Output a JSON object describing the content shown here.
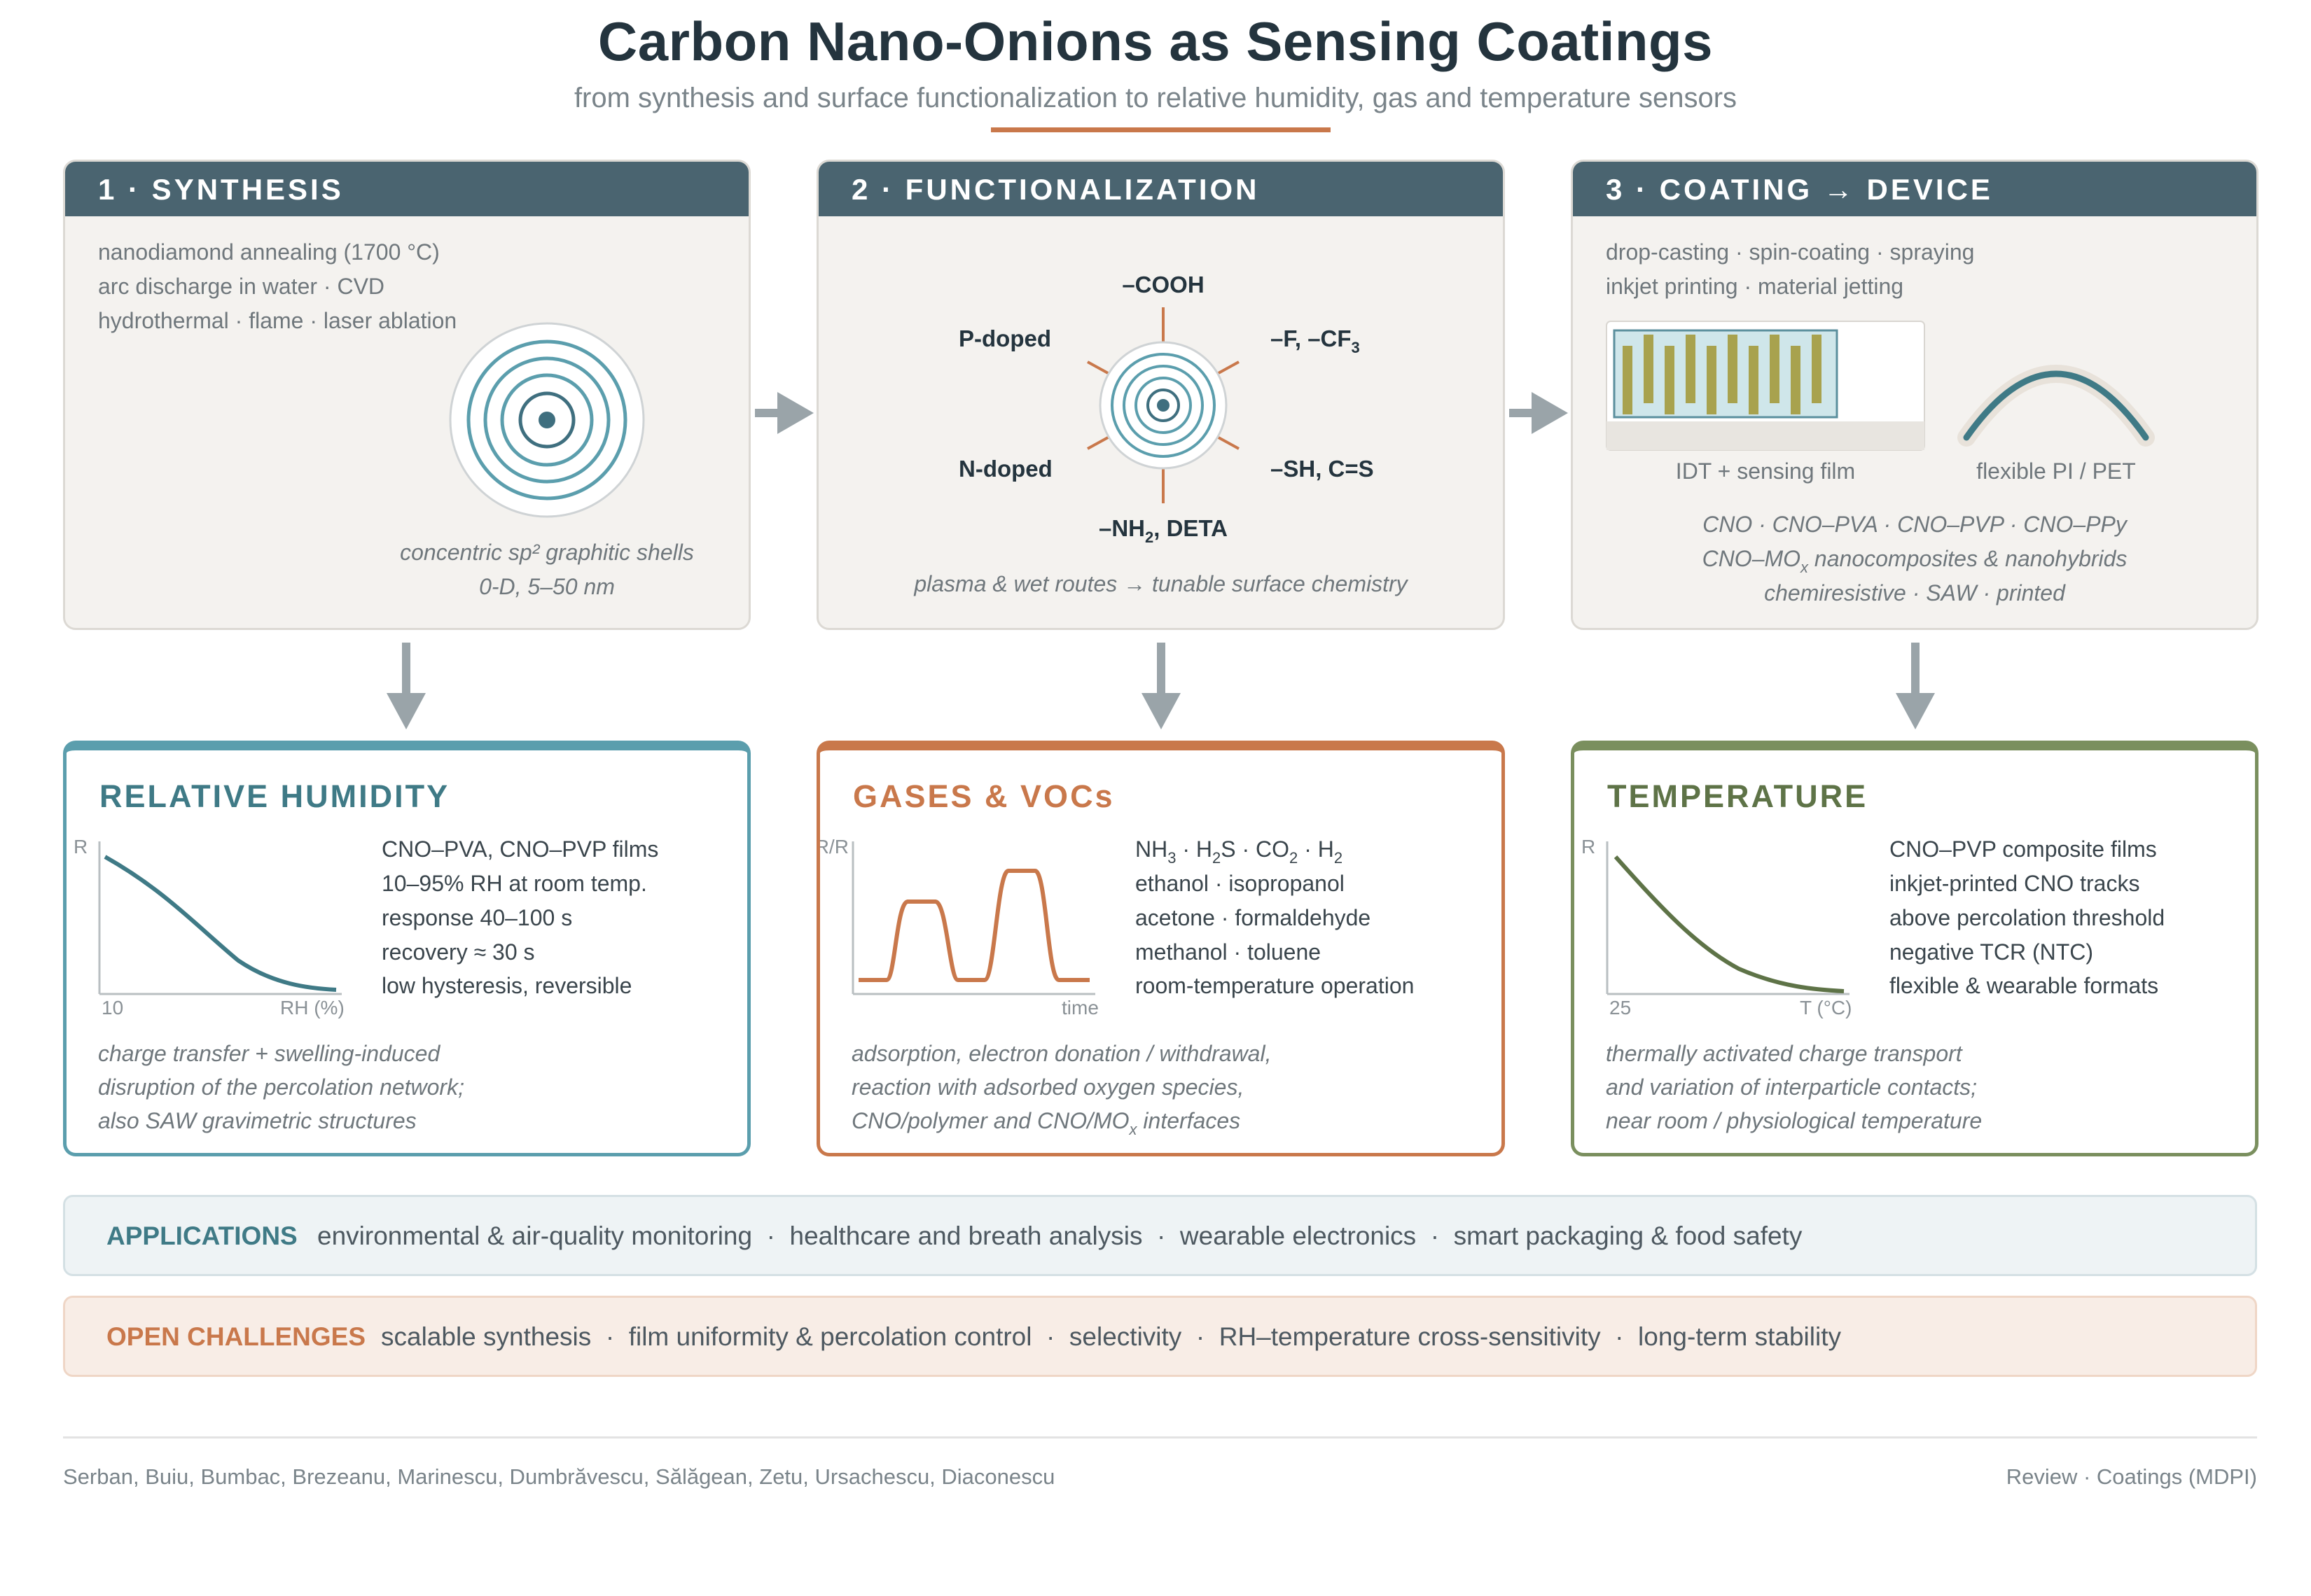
{
  "header": {
    "title": "Carbon Nano-Onions as Sensing Coatings",
    "subtitle": "from synthesis and surface functionalization to relative humidity, gas and temperature sensors"
  },
  "synthesis": {
    "heading": "1 · SYNTHESIS",
    "methods": [
      "nanodiamond annealing (1700 °C)",
      "arc discharge in water · CVD",
      "hydrothermal · flame · laser ablation"
    ],
    "caption_1": "concentric sp² graphitic shells",
    "caption_2": "0-D, 5–50 nm"
  },
  "functionalization": {
    "heading": "2 · FUNCTIONALIZATION",
    "group_top": "–COOH",
    "group_upper_left": "P-doped",
    "group_upper_right_main": "–F, –CF",
    "group_upper_right_sub": "3",
    "group_lower_left": "N-doped",
    "group_lower_right": "–SH, C=S",
    "group_bottom_main": "–NH",
    "group_bottom_sub": "2",
    "group_bottom_rest": ", DETA",
    "caption": "plasma & wet routes → tunable surface chemistry"
  },
  "device": {
    "heading": "3 · COATING → DEVICE",
    "methods": [
      "drop-casting · spin-coating · spraying",
      "inkjet printing · material jetting"
    ],
    "idt_label": "IDT + sensing film",
    "flex_label": "flexible PI / PET",
    "composites": "CNO · CNO–PVA · CNO–PVP · CNO–PPy",
    "nano_main": "CNO–MO",
    "nano_sub": "x",
    "nano_rest": " nanocomposites & nanohybrids",
    "types": "chemiresistive · SAW · printed"
  },
  "humidity": {
    "title": "RELATIVE HUMIDITY",
    "y_label": "R",
    "x_tick": "10",
    "x_label": "RH (%)",
    "facts": [
      "CNO–PVA, CNO–PVP films",
      "10–95% RH at room temp.",
      "response 40–100 s",
      "recovery ≈ 30 s",
      "low hysteresis, reversible"
    ],
    "notes": [
      "charge transfer + swelling-induced",
      "disruption of the percolation network;",
      "also SAW gravimetric structures"
    ]
  },
  "gases": {
    "title": "GASES & VOCs",
    "y_label": "ΔR/R",
    "x_label": "time",
    "species": [
      {
        "main": "NH",
        "sub": "3"
      },
      {
        "main": " · H",
        "sub": "2"
      },
      {
        "main": "S · CO",
        "sub": "2"
      },
      {
        "main": " · H",
        "sub": "2"
      }
    ],
    "facts": [
      "ethanol · isopropanol",
      "acetone · formaldehyde",
      "methanol · toluene",
      "room-temperature operation"
    ],
    "notes": [
      "adsorption, electron donation / withdrawal,",
      "reaction with adsorbed oxygen species,"
    ],
    "note_3_main": "CNO/polymer and CNO/MO",
    "note_3_sub": "x",
    "note_3_rest": " interfaces"
  },
  "temperature": {
    "title": "TEMPERATURE",
    "y_label": "R",
    "x_tick": "25",
    "x_label": "T (°C)",
    "facts": [
      "CNO–PVP composite films",
      "inkjet-printed CNO tracks",
      "above percolation threshold",
      "negative TCR (NTC)",
      "flexible & wearable formats"
    ],
    "notes": [
      "thermally activated charge transport",
      "and variation of interparticle contacts;",
      "near room / physiological temperature"
    ]
  },
  "applications": {
    "label": "APPLICATIONS",
    "text": "environmental & air-quality monitoring  ·  healthcare and breath analysis  ·  wearable electronics  ·  smart packaging & food safety"
  },
  "challenges": {
    "label": "OPEN CHALLENGES",
    "text": "scalable synthesis  ·  film uniformity & percolation control  ·  selectivity  ·  RH–temperature cross-sensitivity  ·  long-term stability"
  },
  "footer": {
    "authors": "Serban, Buiu, Bumbac, Brezeanu, Marinescu, Dumbrăvescu, Sălăgean, Zetu, Ursachescu, Diaconescu",
    "source": "Review · Coatings (MDPI)"
  },
  "colors": {
    "header_bar": "#4a6470",
    "humidity": "#5b9ead",
    "gases": "#c9784b",
    "temperature": "#7a8f5e",
    "onion": "#5b9ead",
    "arrow": "#9aa4a9"
  }
}
